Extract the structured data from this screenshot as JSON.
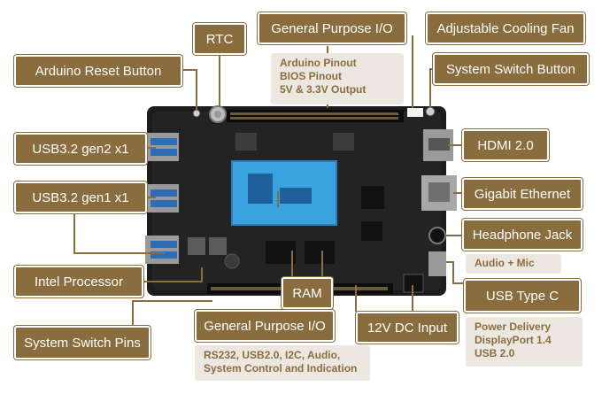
{
  "labels": {
    "rtc": "RTC",
    "gpio_top": "General Purpose I/O",
    "cooling_fan": "Adjustable Cooling Fan",
    "arduino_reset": "Arduino Reset Button",
    "system_switch_button": "System Switch Button",
    "usb32_gen2": "USB3.2 gen2 x1",
    "hdmi": "HDMI 2.0",
    "usb32_gen1": "USB3.2 gen1 x1",
    "ethernet": "Gigabit Ethernet",
    "headphone": "Headphone Jack",
    "intel": "Intel Processor",
    "ram": "RAM",
    "usb_c": "USB Type C",
    "system_switch_pins": "System Switch Pins",
    "gpio_bottom": "General Purpose I/O",
    "dc_input": "12V DC Input"
  },
  "notes": {
    "gpio_top": [
      "Arduino Pinout",
      "BIOS Pinout",
      "5V & 3.3V Output"
    ],
    "headphone": [
      "Audio + Mic"
    ],
    "usb_c": [
      "Power Delivery",
      "DisplayPort 1.4",
      "USB 2.0"
    ],
    "gpio_bottom": [
      "RS232, USB2.0, I2C, Audio,",
      "System Control and Indication"
    ]
  },
  "colors": {
    "label_bg": "#8a6d3e",
    "note_bg": "#ece8e1",
    "note_text": "#8a6d3e",
    "board": "#1c1c1c",
    "cpu": "#3aa2de",
    "leader": "#8a6d3e"
  }
}
